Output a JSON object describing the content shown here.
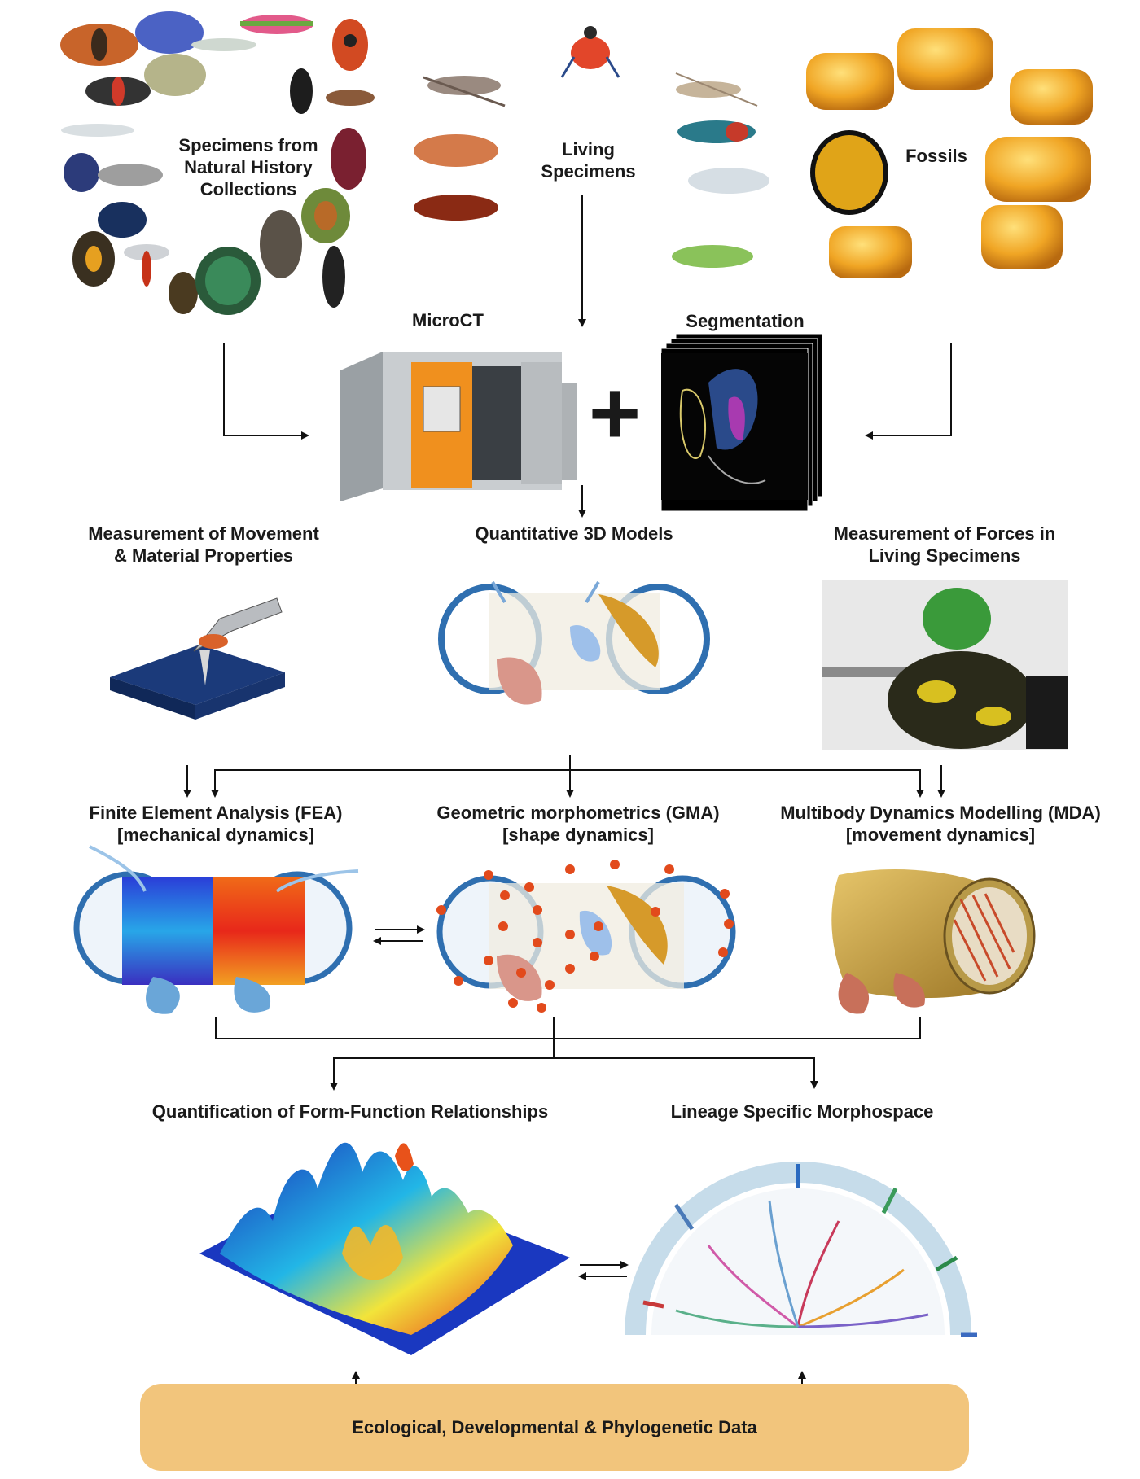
{
  "top": {
    "collections": [
      "Specimens from",
      "Natural History",
      "Collections"
    ],
    "living": [
      "Living",
      "Specimens"
    ],
    "fossils": "Fossils"
  },
  "scan": {
    "microct": "MicroCT",
    "segmentation": "Segmentation",
    "plus": "+"
  },
  "measure": {
    "movement": [
      "Measurement of Movement",
      "& Material Properties"
    ],
    "models": "Quantitative 3D Models",
    "forces": [
      "Measurement of Forces in",
      "Living Specimens"
    ]
  },
  "analysis": {
    "fea": [
      "Finite Element Analysis (FEA)",
      "[mechanical dynamics]"
    ],
    "gma": [
      "Geometric morphometrics (GMA)",
      "[shape dynamics]"
    ],
    "mda": [
      "Multibody Dynamics Modelling (MDA)",
      "[movement dynamics]"
    ]
  },
  "outcomes": {
    "form_function": "Quantification of Form-Function Relationships",
    "morphospace": "Lineage Specific Morphospace"
  },
  "data_bar": "Ecological, Developmental & Phylogenetic Data",
  "colors": {
    "amber": "#e8a020",
    "orange_machine": "#f0901e",
    "landmark": "#e24a1c",
    "data_bar": "#f2c57c",
    "capsule_blue": "#2f6fb0"
  }
}
